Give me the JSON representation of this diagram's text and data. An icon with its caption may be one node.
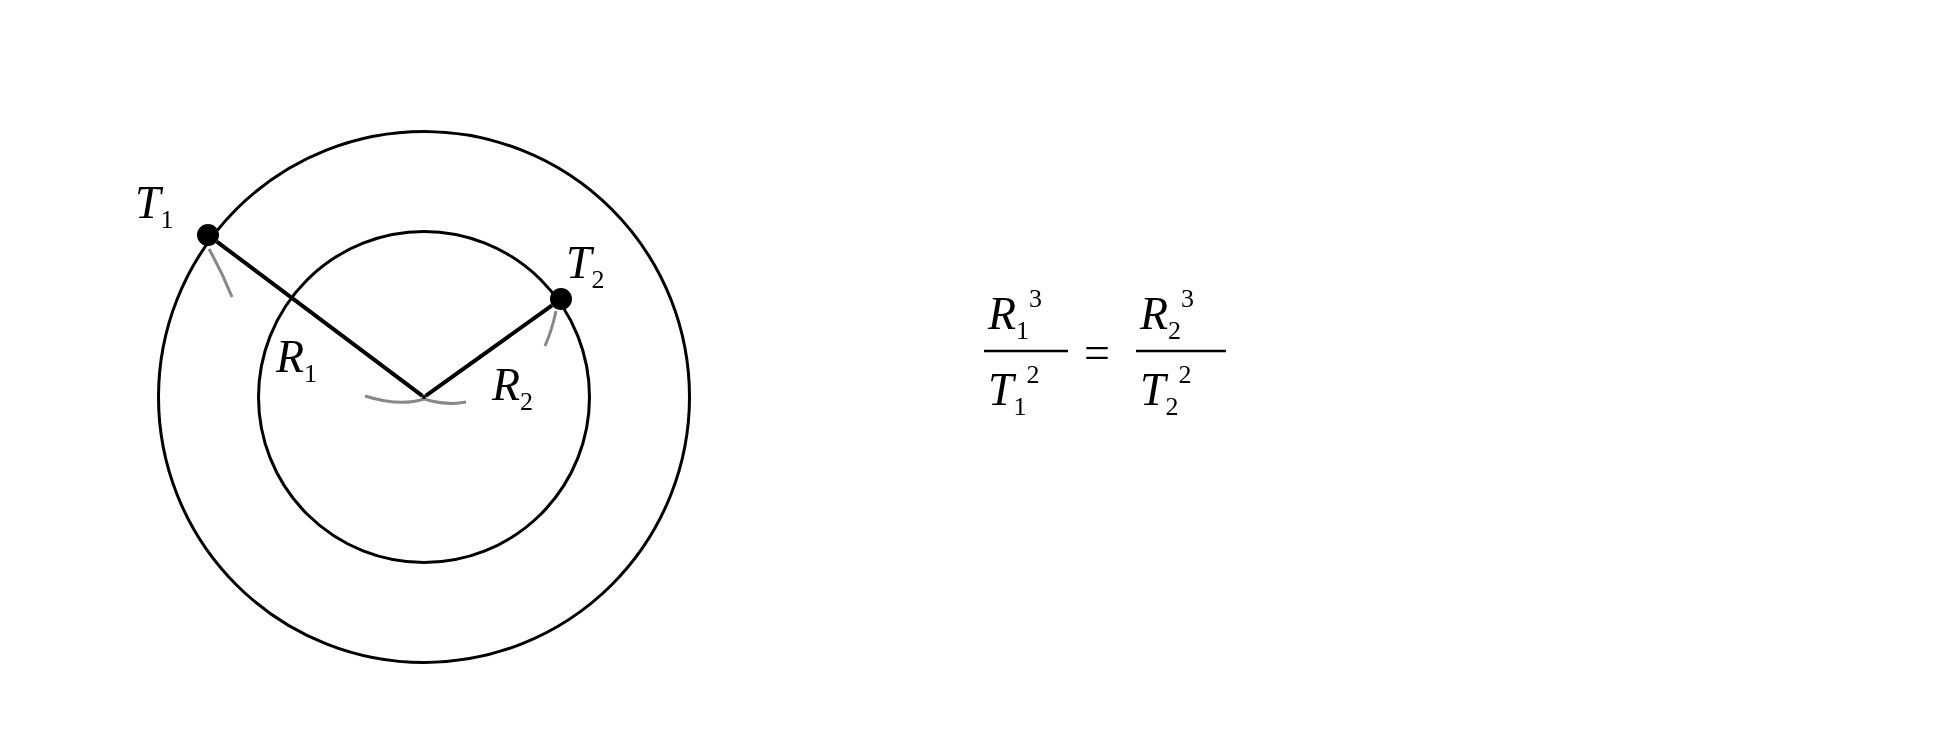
{
  "diagram": {
    "nodes": [
      {
        "text": [],
        "shape": "circle"
      },
      {
        "text": [],
        "shape": "circle",
        "in": 0
      },
      {
        "text": [],
        "shape": "circle",
        "beside": [
          "T$_{1}$"
        ]
      },
      {
        "text": [],
        "shape": "circle",
        "beside": [
          "T$_{2}$"
        ],
        "in": 0
      },
      {
        "text": [],
        "shape": "circle",
        "in": 1
      }
    ],
    "edges": [
      {
        "from": 4,
        "to": 2,
        "arrow": "none",
        "label": "R$_{1}$"
      },
      {
        "from": 4,
        "to": 3,
        "arrow": "none",
        "label": "R$_{2}$"
      }
    ],
    "labels": [
      "R$_{1}$$^{3}$",
      "=",
      "R$_{2}$$^{3}$",
      "T$_{1}$$^{2}$",
      "T$_{2}$$^{2}$"
    ]
  }
}
